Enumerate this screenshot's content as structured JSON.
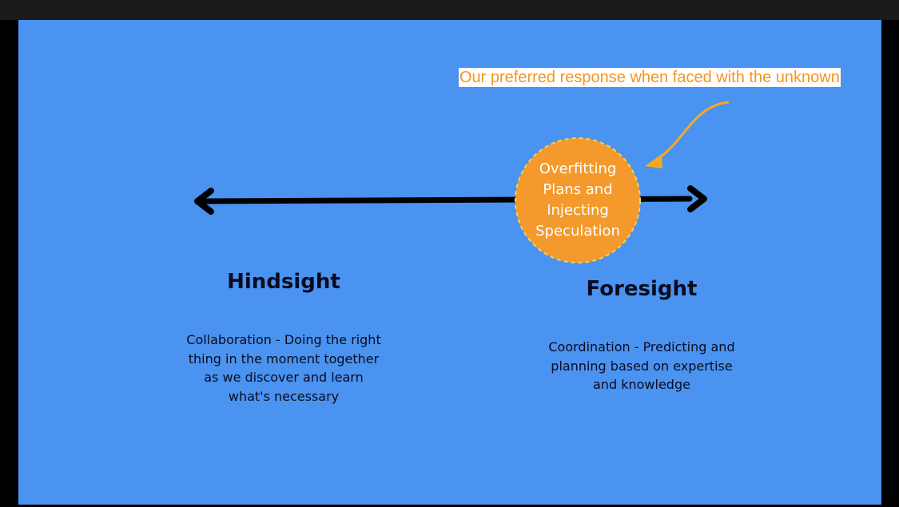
{
  "callout": "Our preferred response when faced with the unknown",
  "circle": {
    "label": "Overfitting\nPlans and\nInjecting\nSpeculation"
  },
  "hindsight": {
    "title": "Hindsight",
    "description": "Collaboration - Doing the right\nthing in the moment together\nas we discover and learn\nwhat's necessary"
  },
  "foresight": {
    "title": "Foresight",
    "description": "Coordination - Predicting and\nplanning  based on expertise\nand knowledge"
  },
  "colors": {
    "background": "#4a93f0",
    "accent": "#f7941d",
    "circle_fill": "#f49a2c",
    "arrow": "#000000",
    "text": "#0b0b1e"
  }
}
